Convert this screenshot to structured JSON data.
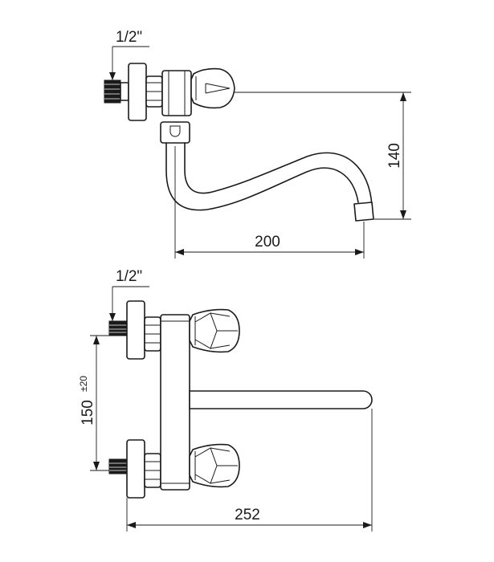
{
  "side_view": {
    "thread_label": "1/2\"",
    "height_label": "140",
    "reach_label": "200"
  },
  "front_view": {
    "thread_label": "1/2\"",
    "spacing_label": "150",
    "spacing_tolerance": "±20",
    "width_label": "252"
  },
  "colors": {
    "line": "#1a1a1a",
    "background": "#ffffff"
  }
}
